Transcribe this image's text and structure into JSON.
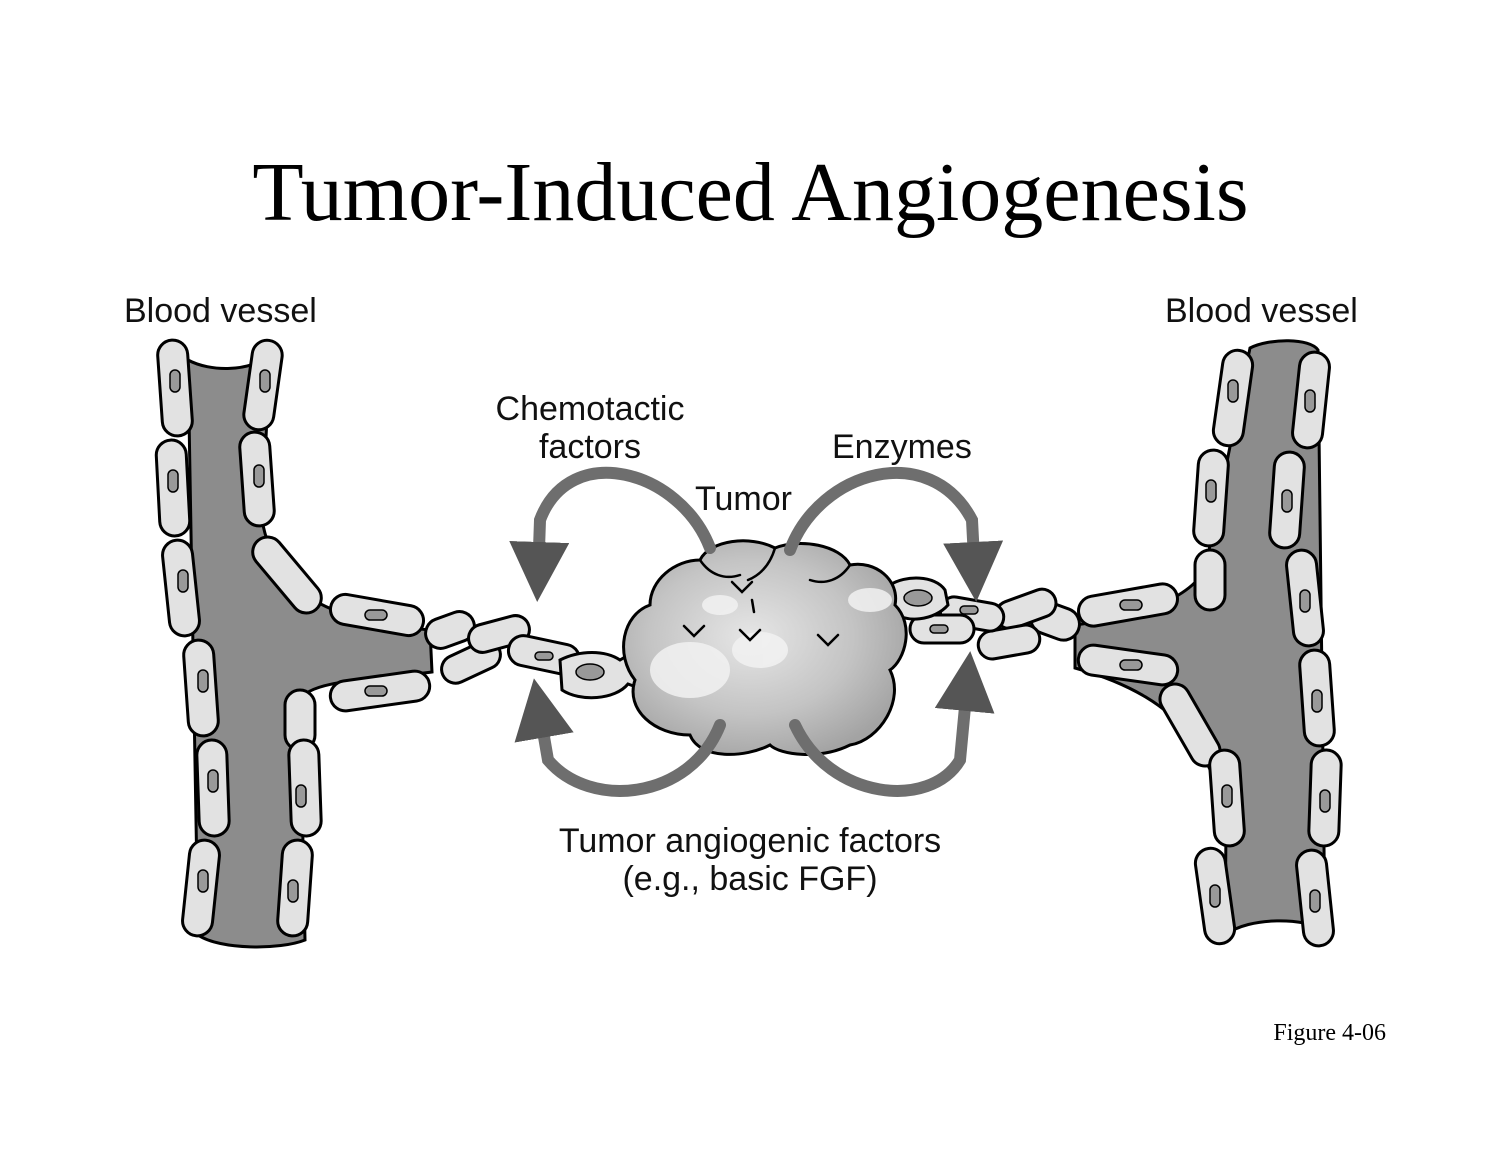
{
  "slide": {
    "title": "Tumor-Induced Angiogenesis",
    "figure_ref": "Figure 4-06"
  },
  "labels": {
    "vessel_left": "Blood vessel",
    "vessel_right": "Blood vessel",
    "chemotactic_line1": "Chemotactic",
    "chemotactic_line2": "factors",
    "tumor": "Tumor",
    "enzymes": "Enzymes",
    "angiogenic_line1": "Tumor angiogenic factors",
    "angiogenic_line2": "(e.g., basic FGF)"
  },
  "colors": {
    "vessel_lumen": "#8c8c8c",
    "cell_fill": "#e2e2e2",
    "nucleus": "#999999",
    "tumor_fill": "#b9b9b9",
    "arrow": "#6e6e6e"
  }
}
